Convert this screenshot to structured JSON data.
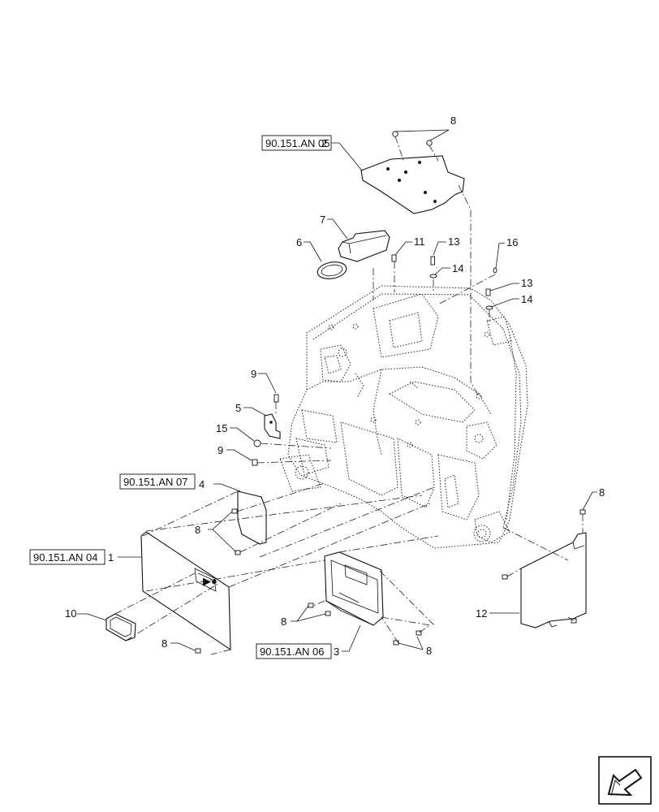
{
  "callouts": [
    {
      "id": "c2",
      "label": "2"
    },
    {
      "id": "c8a",
      "label": "8"
    },
    {
      "id": "c7",
      "label": "7"
    },
    {
      "id": "c6",
      "label": "6"
    },
    {
      "id": "c11",
      "label": "11"
    },
    {
      "id": "c13a",
      "label": "13"
    },
    {
      "id": "c14a",
      "label": "14"
    },
    {
      "id": "c16",
      "label": "16"
    },
    {
      "id": "c13b",
      "label": "13"
    },
    {
      "id": "c14b",
      "label": "14"
    },
    {
      "id": "c9a",
      "label": "9"
    },
    {
      "id": "c5",
      "label": "5"
    },
    {
      "id": "c15",
      "label": "15"
    },
    {
      "id": "c9b",
      "label": "9"
    },
    {
      "id": "c4",
      "label": "4"
    },
    {
      "id": "c8b",
      "label": "8"
    },
    {
      "id": "c1",
      "label": "1"
    },
    {
      "id": "c10",
      "label": "10"
    },
    {
      "id": "c8c",
      "label": "8"
    },
    {
      "id": "c8d",
      "label": "8"
    },
    {
      "id": "c3",
      "label": "3"
    },
    {
      "id": "c8e",
      "label": "8"
    },
    {
      "id": "c8f",
      "label": "8"
    },
    {
      "id": "c12",
      "label": "12"
    }
  ],
  "references": [
    {
      "id": "r05",
      "label": "90.151.AN 05"
    },
    {
      "id": "r07",
      "label": "90.151.AN 07"
    },
    {
      "id": "r04",
      "label": "90.151.AN 04"
    },
    {
      "id": "r06",
      "label": "90.151.AN 06"
    }
  ],
  "icons": {
    "nav": "arrow-icon"
  }
}
